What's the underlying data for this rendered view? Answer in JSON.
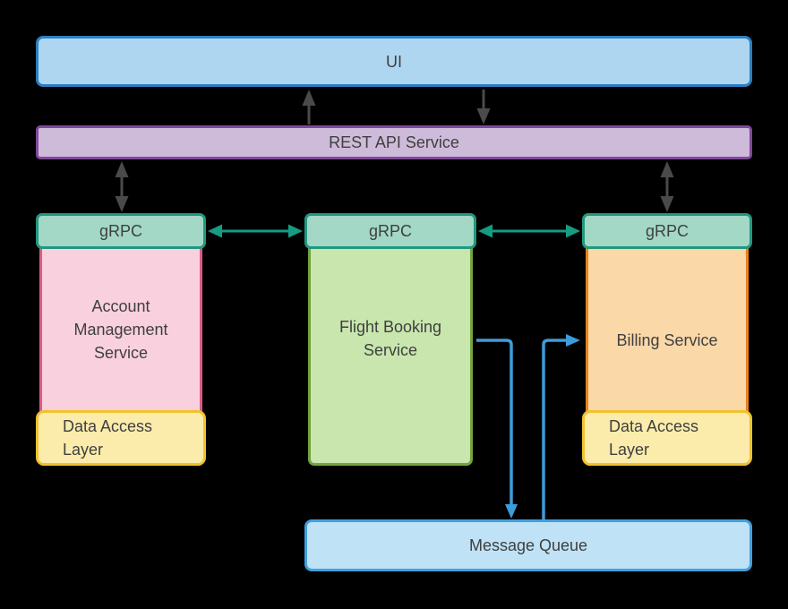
{
  "nodes": {
    "ui": {
      "label": "UI"
    },
    "rest_api": {
      "label": "REST API Service"
    },
    "grpc_account": {
      "label": "gRPC"
    },
    "grpc_flight": {
      "label": "gRPC"
    },
    "grpc_billing": {
      "label": "gRPC"
    },
    "account_service": {
      "label": "Account Management Service"
    },
    "flight_service": {
      "label": "Flight Booking Service"
    },
    "billing_service": {
      "label": "Billing Service"
    },
    "dal_account": {
      "label": "Data Access Layer"
    },
    "dal_billing": {
      "label": "Data Access Layer"
    },
    "message_queue": {
      "label": "Message Queue"
    }
  },
  "colors": {
    "background": "#000000",
    "ui_fill": "#AFD6F1",
    "ui_border": "#2C7FC0",
    "rest_fill": "#CEBBD9",
    "rest_border": "#80489C",
    "grpc_fill": "#A3D8C6",
    "grpc_border": "#21987F",
    "account_fill": "#F9D0DD",
    "account_border": "#D85C83",
    "flight_fill": "#C8E6AD",
    "flight_border": "#74A33F",
    "billing_fill": "#FBD8A8",
    "billing_border": "#E8821E",
    "dal_fill": "#FBECAC",
    "dal_border": "#EFC22E",
    "queue_fill": "#BFE2F6",
    "queue_border": "#41A0DC",
    "arrow_gray": "#4A4A4A",
    "arrow_teal": "#169C83",
    "arrow_blue": "#3E9CDB",
    "text": "#3F3F3F"
  }
}
